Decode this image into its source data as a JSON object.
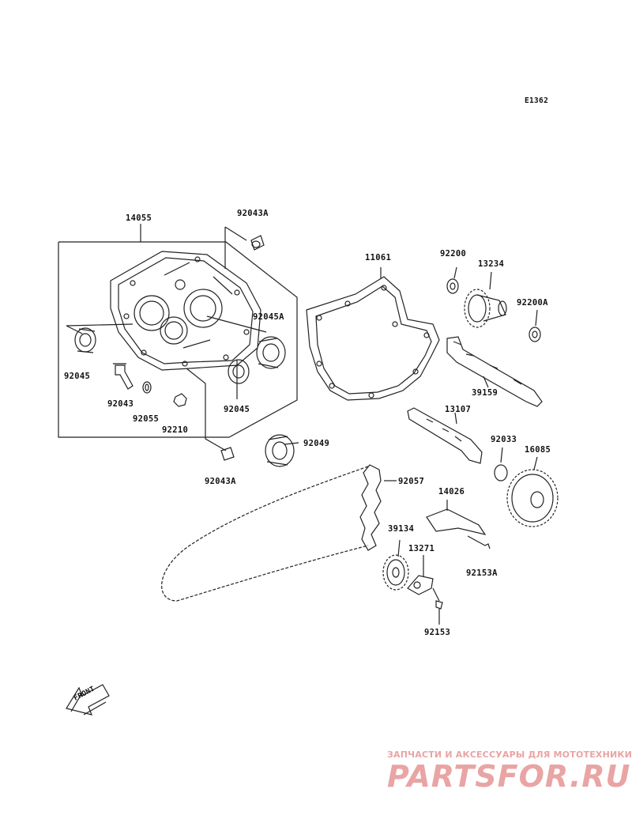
{
  "diagram_code": "E1362",
  "front_label": "FRONT",
  "parts": [
    {
      "id": "p14055",
      "label": "14055"
    },
    {
      "id": "p92043A_top",
      "label": "92043A"
    },
    {
      "id": "p11061",
      "label": "11061"
    },
    {
      "id": "p92200",
      "label": "92200"
    },
    {
      "id": "p13234",
      "label": "13234"
    },
    {
      "id": "p92200A",
      "label": "92200A"
    },
    {
      "id": "p92045A",
      "label": "92045A"
    },
    {
      "id": "p92045_left",
      "label": "92045"
    },
    {
      "id": "p39159",
      "label": "39159"
    },
    {
      "id": "p92043",
      "label": "92043"
    },
    {
      "id": "p92055",
      "label": "92055"
    },
    {
      "id": "p92045_right",
      "label": "92045"
    },
    {
      "id": "p92210",
      "label": "92210"
    },
    {
      "id": "p13107",
      "label": "13107"
    },
    {
      "id": "p92049",
      "label": "92049"
    },
    {
      "id": "p92033",
      "label": "92033"
    },
    {
      "id": "p16085",
      "label": "16085"
    },
    {
      "id": "p92043A_bottom",
      "label": "92043A"
    },
    {
      "id": "p92057",
      "label": "92057"
    },
    {
      "id": "p14026",
      "label": "14026"
    },
    {
      "id": "p39134",
      "label": "39134"
    },
    {
      "id": "p13271",
      "label": "13271"
    },
    {
      "id": "p92153A",
      "label": "92153A"
    },
    {
      "id": "p92153",
      "label": "92153"
    }
  ],
  "watermark": {
    "subtitle": "ЗАПЧАСТИ И АКСЕССУАРЫ ДЛЯ МОТОТЕХНИКИ",
    "brand": "PARTSFOR.RU",
    "color": "#e9a4a4"
  }
}
